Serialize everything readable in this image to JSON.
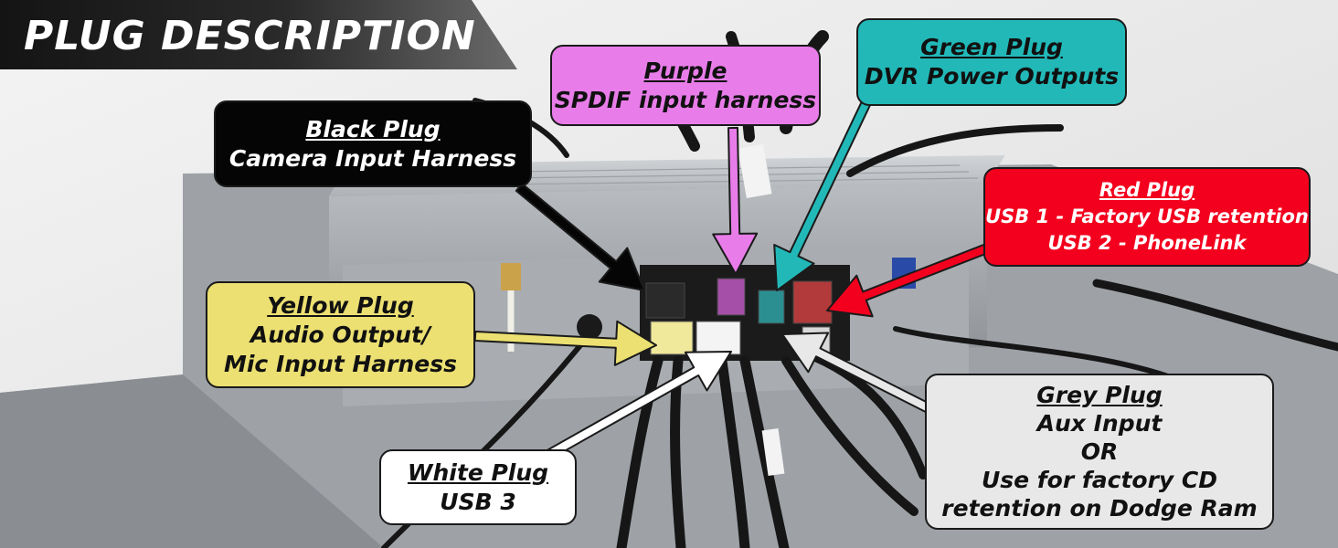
{
  "title": "PLUG DESCRIPTION",
  "callouts": [
    {
      "key": "purple",
      "color_name": "Purple",
      "fill": "#e87de9",
      "text_color": "#111111",
      "lines": [
        "Purple",
        "SPDIF input harness"
      ]
    },
    {
      "key": "green",
      "color_name": "Green",
      "fill": "#22b8b8",
      "text_color": "#111111",
      "lines": [
        "Green Plug",
        "DVR Power Outputs"
      ]
    },
    {
      "key": "black",
      "color_name": "Black",
      "fill": "#050505",
      "text_color": "#ffffff",
      "lines": [
        "Black Plug",
        "Camera Input Harness"
      ]
    },
    {
      "key": "red",
      "color_name": "Red",
      "fill": "#f3001e",
      "text_color": "#ffffff",
      "lines": [
        "Red Plug",
        "USB 1 - Factory USB retention",
        "USB 2 - PhoneLink"
      ]
    },
    {
      "key": "yellow",
      "color_name": "Yellow",
      "fill": "#ece072",
      "text_color": "#111111",
      "lines": [
        "Yellow Plug",
        "Audio Output/",
        "Mic Input Harness"
      ]
    },
    {
      "key": "white",
      "color_name": "White",
      "fill": "#ffffff",
      "text_color": "#111111",
      "lines": [
        "White Plug",
        "USB 3"
      ]
    },
    {
      "key": "grey",
      "color_name": "Grey",
      "fill": "#e8e8e8",
      "text_color": "#111111",
      "lines": [
        "Grey Plug",
        "Aux Input",
        "OR",
        "Use for factory CD",
        "retention on Dodge Ram"
      ]
    }
  ]
}
